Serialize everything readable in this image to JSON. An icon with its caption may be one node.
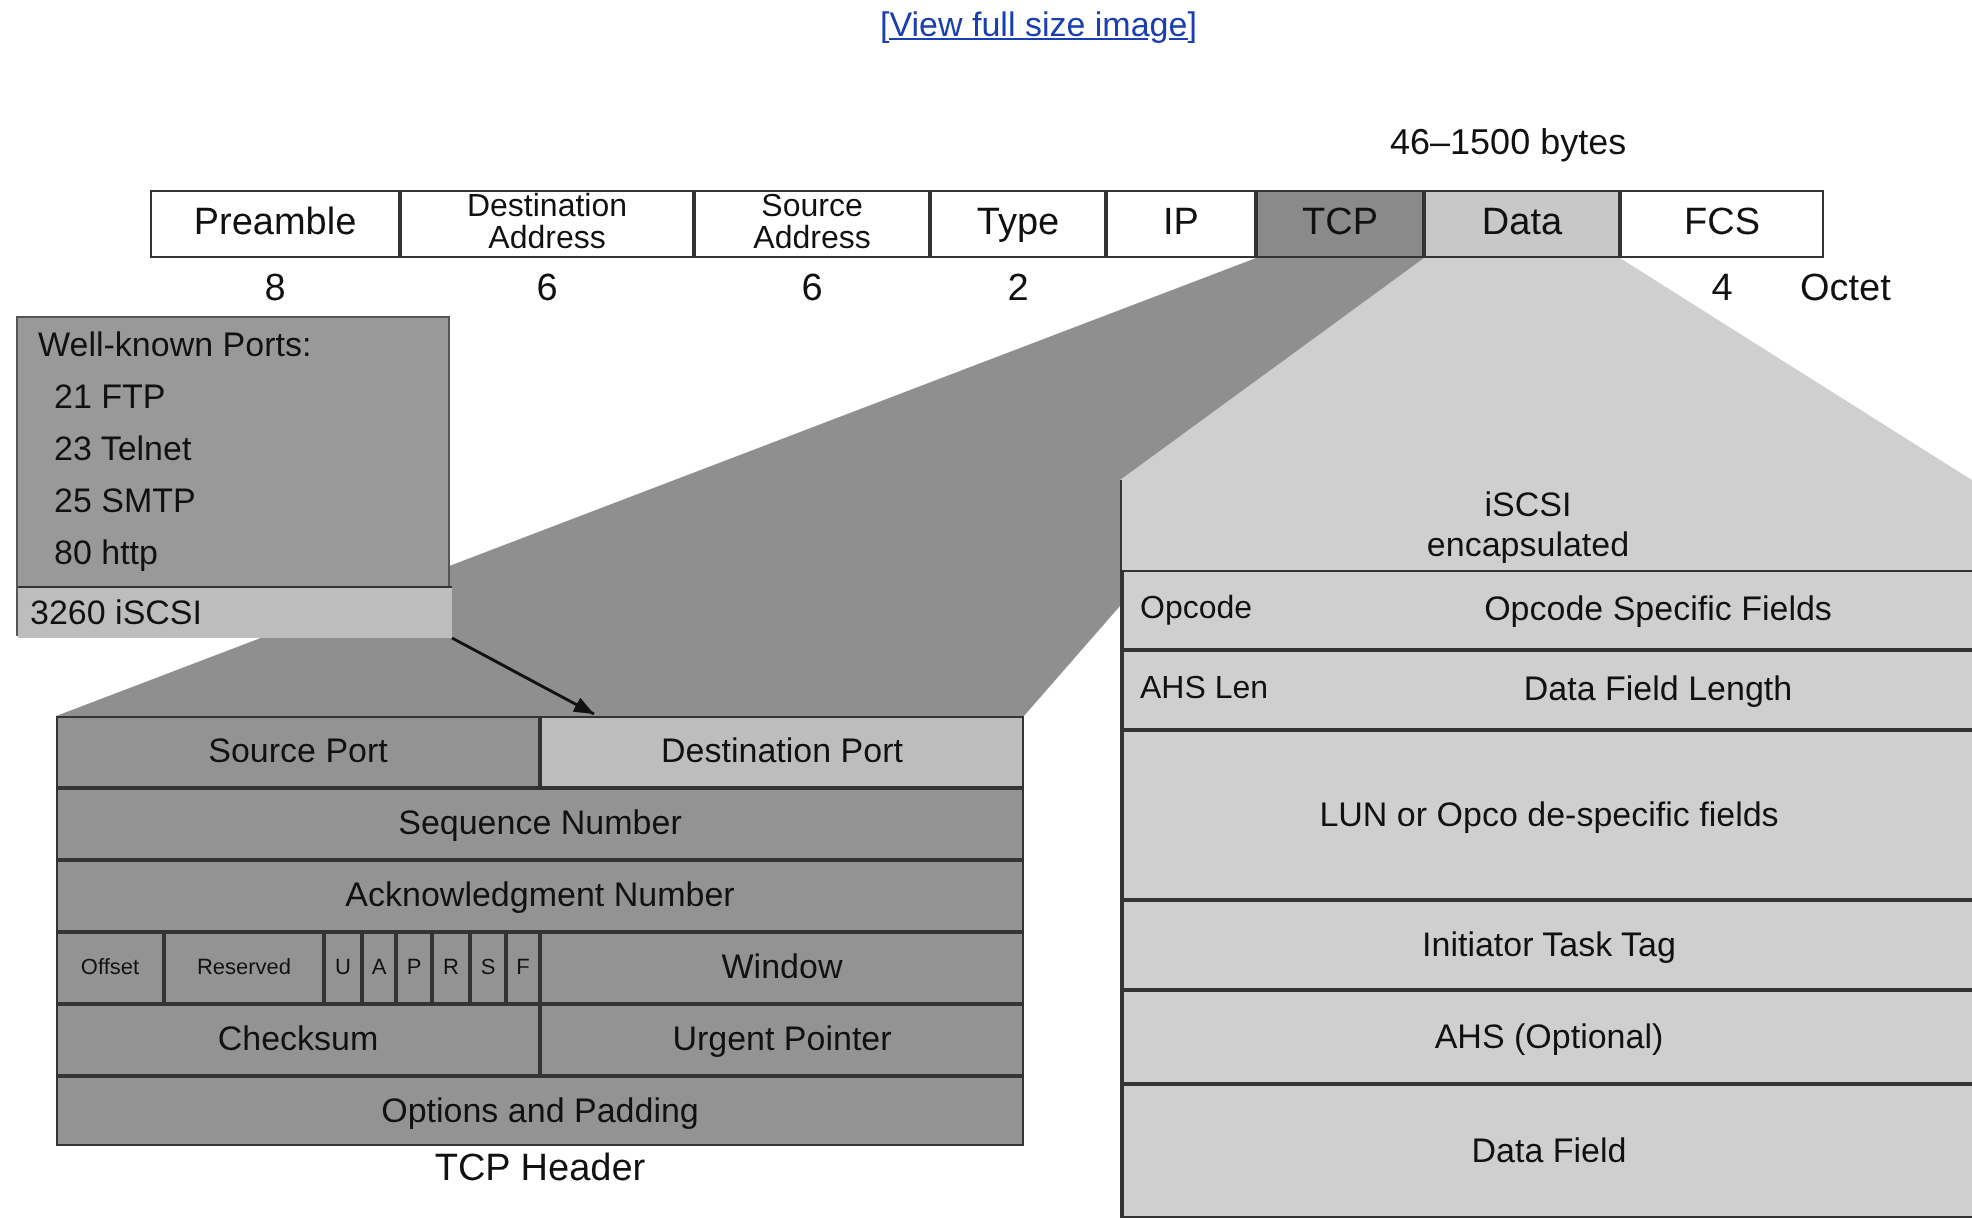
{
  "diagram": {
    "nodes": [
      {
        "text": [
          "Preamble"
        ],
        "beside": [
          "8"
        ]
      },
      {
        "text": [
          "Destination Address"
        ],
        "beside": [
          "6"
        ]
      },
      {
        "text": [
          "Source Address"
        ],
        "beside": [
          "6"
        ]
      },
      {
        "text": [
          "Type"
        ],
        "beside": [
          "2"
        ]
      },
      {
        "text": [
          "IP"
        ]
      },
      {
        "text": [
          "TCP"
        ]
      },
      {
        "text": [
          "Data"
        ]
      },
      {
        "text": [
          "FCS"
        ],
        "beside": [
          "4"
        ]
      },
      {
        "text": [
          "Well-known Ports:",
          "21 FTP",
          "23 Telnet",
          "25 SMTP",
          "80 http"
        ]
      },
      {
        "text": [
          "3260 iSCSI"
        ],
        "in": 8
      },
      {
        "text": [
          "TCP Header"
        ]
      },
      {
        "text": [
          "Source Port"
        ],
        "in": 10
      },
      {
        "text": [
          "Destination Port"
        ],
        "in": 10
      },
      {
        "text": [
          "Sequence Number"
        ],
        "in": 10
      },
      {
        "text": [
          "Acknowledgment Number"
        ],
        "in": 10
      },
      {
        "text": [
          "Offset"
        ],
        "in": 10
      },
      {
        "text": [
          "Reserved"
        ],
        "in": 10
      },
      {
        "text": [
          "U"
        ],
        "in": 10
      },
      {
        "text": [
          "A"
        ],
        "in": 10
      },
      {
        "text": [
          "P"
        ],
        "in": 10
      },
      {
        "text": [
          "R"
        ],
        "in": 10
      },
      {
        "text": [
          "S"
        ],
        "in": 10
      },
      {
        "text": [
          "F"
        ],
        "in": 10
      },
      {
        "text": [
          "Window"
        ],
        "in": 10
      },
      {
        "text": [
          "Checksum"
        ],
        "in": 10
      },
      {
        "text": [
          "Urgent Pointer"
        ],
        "in": 10
      },
      {
        "text": [
          "Options and Padding"
        ],
        "in": 10
      },
      {
        "text": [
          "iSCSI encapsulated"
        ]
      },
      {
        "text": [
          "Opcode"
        ],
        "in": 27
      },
      {
        "text": [
          "Opcode Specific Fields"
        ],
        "in": 27
      },
      {
        "text": [
          "AHS Len"
        ],
        "in": 27
      },
      {
        "text": [
          "Data Field Length"
        ],
        "in": 27
      },
      {
        "text": [
          "LUN or Opco de-specific fields"
        ],
        "in": 27
      },
      {
        "text": [
          "Initiator Task Tag"
        ],
        "in": 27
      },
      {
        "text": [
          "AHS (Optional)"
        ],
        "in": 27
      },
      {
        "text": [
          "Data Field"
        ],
        "in": 27
      }
    ],
    "edges": [
      {
        "from": 9,
        "to": 12,
        "arrow": "to"
      },
      {
        "from": 5,
        "to": 10,
        "arrow": "none",
        "style": "thick",
        "color": "#8f8f8f"
      },
      {
        "from": 6,
        "to": 27,
        "arrow": "none",
        "style": "thick",
        "color": "#cfcfcf"
      }
    ],
    "labels": [
      "[View full size image]",
      "46–1500 bytes",
      "Octet"
    ]
  }
}
